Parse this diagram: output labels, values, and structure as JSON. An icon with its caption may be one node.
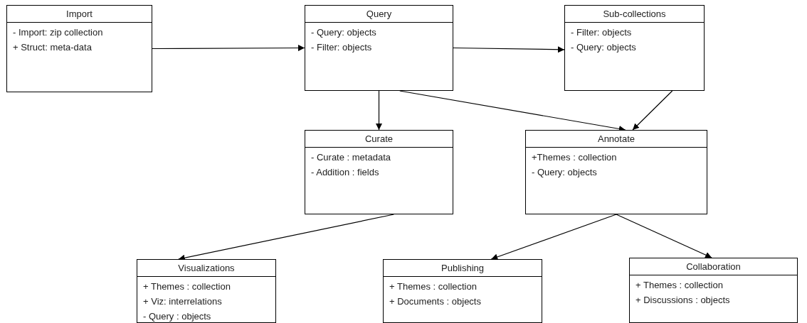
{
  "diagram": {
    "nodes": [
      {
        "text": [
          "Import",
          "- Import: zip collection",
          "+ Struct: meta-data"
        ]
      },
      {
        "text": [
          "Query",
          "- Query: objects",
          "- Filter: objects"
        ]
      },
      {
        "text": [
          "Sub-collections",
          "- Filter: objects",
          "- Query: objects"
        ]
      },
      {
        "text": [
          "Curate",
          "- Curate : metadata",
          "- Addition : fields"
        ]
      },
      {
        "text": [
          "Annotate",
          "+Themes : collection",
          "- Query: objects"
        ]
      },
      {
        "text": [
          "Visualizations",
          "+ Themes : collection",
          "+ Viz: interrelations",
          "- Query : objects"
        ]
      },
      {
        "text": [
          "Publishing",
          "+ Themes : collection",
          "+ Documents : objects"
        ]
      },
      {
        "text": [
          "Collaboration",
          "+ Themes : collection",
          "+ Discussions : objects"
        ]
      }
    ],
    "edges": [
      {
        "from": 0,
        "to": 1,
        "arrow": "to"
      },
      {
        "from": 1,
        "to": 2,
        "arrow": "to"
      },
      {
        "from": 1,
        "to": 3,
        "arrow": "to"
      },
      {
        "from": 1,
        "to": 4,
        "arrow": "to"
      },
      {
        "from": 2,
        "to": 4,
        "arrow": "to"
      },
      {
        "from": 3,
        "to": 5,
        "arrow": "to"
      },
      {
        "from": 4,
        "to": 6,
        "arrow": "to"
      },
      {
        "from": 4,
        "to": 7,
        "arrow": "to"
      }
    ]
  }
}
